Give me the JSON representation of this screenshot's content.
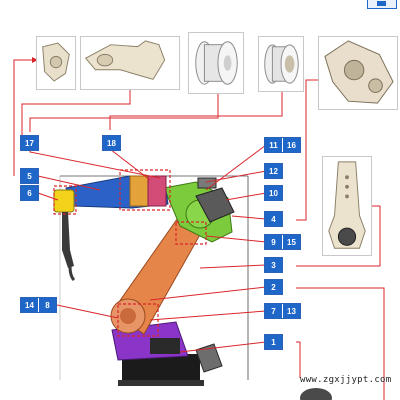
{
  "callouts": [
    {
      "id": "c17",
      "numbers": [
        "17"
      ]
    },
    {
      "id": "c18",
      "numbers": [
        "18"
      ]
    },
    {
      "id": "c11-16",
      "numbers": [
        "11",
        "16"
      ]
    },
    {
      "id": "c5",
      "numbers": [
        "5"
      ]
    },
    {
      "id": "c12",
      "numbers": [
        "12"
      ]
    },
    {
      "id": "c6",
      "numbers": [
        "6"
      ]
    },
    {
      "id": "c10",
      "numbers": [
        "10"
      ]
    },
    {
      "id": "c4",
      "numbers": [
        "4"
      ]
    },
    {
      "id": "c9-15",
      "numbers": [
        "9",
        "15"
      ]
    },
    {
      "id": "c3",
      "numbers": [
        "3"
      ]
    },
    {
      "id": "c2",
      "numbers": [
        "2"
      ]
    },
    {
      "id": "c14-8",
      "numbers": [
        "14",
        "8"
      ]
    },
    {
      "id": "c7-13",
      "numbers": [
        "7",
        "13"
      ]
    },
    {
      "id": "c1",
      "numbers": [
        "1"
      ]
    }
  ],
  "parts": [
    {
      "id": "upper-arm-casting-small",
      "icon": "casting-icon"
    },
    {
      "id": "upper-arm-casting-long",
      "icon": "casting-icon"
    },
    {
      "id": "cable-drum-1",
      "icon": "drum-icon"
    },
    {
      "id": "cable-drum-2",
      "icon": "drum-icon"
    },
    {
      "id": "gearbox-housing",
      "icon": "housing-icon"
    },
    {
      "id": "lower-arm-casting",
      "icon": "arm-icon"
    },
    {
      "id": "base-part",
      "icon": "base-icon"
    }
  ],
  "colors": {
    "callout_fill": "#1f66c9",
    "leader_line": "#d9262b",
    "arm_blue": "#2c62c8",
    "joint_yellow": "#f2d21b",
    "shoulder_green": "#7ccb3c",
    "lower_arm_orange": "#e6854a",
    "base_purple": "#8a35c7",
    "pedestal_black": "#1b1b1b"
  },
  "watermark": "www.zgxjjypt.com"
}
